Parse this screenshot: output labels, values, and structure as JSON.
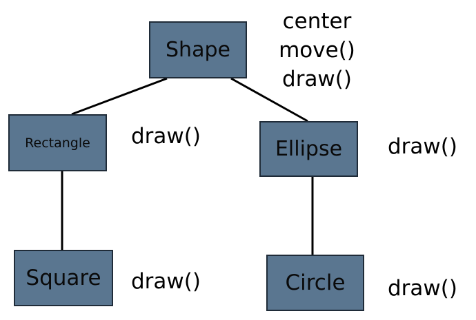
{
  "nodes": {
    "shape": "Shape",
    "rectangle": "Rectangle",
    "ellipse": "Ellipse",
    "square": "Square",
    "circle": "Circle"
  },
  "members": {
    "shape": [
      "center",
      "move()",
      "draw()"
    ],
    "rectangle": "draw()",
    "ellipse": "draw()",
    "square": "draw()",
    "circle": "draw()"
  },
  "colors": {
    "node_fill": "#5a7690",
    "node_border": "#1f2b38",
    "edge": "#000000"
  }
}
